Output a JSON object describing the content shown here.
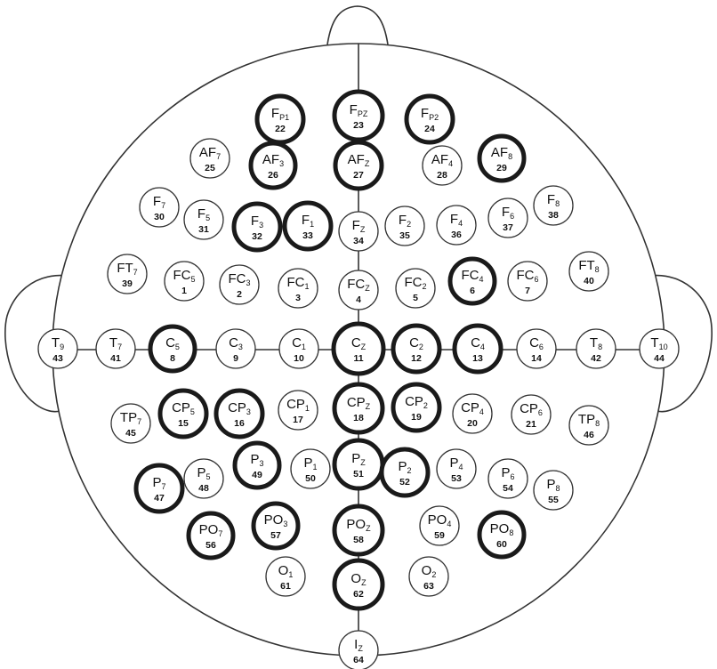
{
  "colors": {
    "outline": "#333333",
    "highlight": "#1a1a1a",
    "text": "#111111",
    "background": "#ffffff"
  },
  "electrodes": [
    {
      "base": "F",
      "sub": "P1",
      "num": "22",
      "highlighted": true
    },
    {
      "base": "F",
      "sub": "PZ",
      "num": "23",
      "highlighted": true
    },
    {
      "base": "F",
      "sub": "P2",
      "num": "24",
      "highlighted": true
    },
    {
      "base": "AF",
      "sub": "7",
      "num": "25",
      "highlighted": false
    },
    {
      "base": "AF",
      "sub": "3",
      "num": "26",
      "highlighted": true
    },
    {
      "base": "AF",
      "sub": "Z",
      "num": "27",
      "highlighted": true
    },
    {
      "base": "AF",
      "sub": "4",
      "num": "28",
      "highlighted": false
    },
    {
      "base": "AF",
      "sub": "8",
      "num": "29",
      "highlighted": true
    },
    {
      "base": "F",
      "sub": "7",
      "num": "30",
      "highlighted": false
    },
    {
      "base": "F",
      "sub": "5",
      "num": "31",
      "highlighted": false
    },
    {
      "base": "F",
      "sub": "3",
      "num": "32",
      "highlighted": true
    },
    {
      "base": "F",
      "sub": "1",
      "num": "33",
      "highlighted": true
    },
    {
      "base": "F",
      "sub": "Z",
      "num": "34",
      "highlighted": false
    },
    {
      "base": "F",
      "sub": "2",
      "num": "35",
      "highlighted": false
    },
    {
      "base": "F",
      "sub": "4",
      "num": "36",
      "highlighted": false
    },
    {
      "base": "F",
      "sub": "6",
      "num": "37",
      "highlighted": false
    },
    {
      "base": "F",
      "sub": "8",
      "num": "38",
      "highlighted": false
    },
    {
      "base": "FT",
      "sub": "7",
      "num": "39",
      "highlighted": false
    },
    {
      "base": "FC",
      "sub": "5",
      "num": "1",
      "highlighted": false
    },
    {
      "base": "FC",
      "sub": "3",
      "num": "2",
      "highlighted": false
    },
    {
      "base": "FC",
      "sub": "1",
      "num": "3",
      "highlighted": false
    },
    {
      "base": "FC",
      "sub": "Z",
      "num": "4",
      "highlighted": false
    },
    {
      "base": "FC",
      "sub": "2",
      "num": "5",
      "highlighted": false
    },
    {
      "base": "FC",
      "sub": "4",
      "num": "6",
      "highlighted": true
    },
    {
      "base": "FC",
      "sub": "6",
      "num": "7",
      "highlighted": false
    },
    {
      "base": "FT",
      "sub": "8",
      "num": "40",
      "highlighted": false
    },
    {
      "base": "T",
      "sub": "9",
      "num": "43",
      "highlighted": false
    },
    {
      "base": "T",
      "sub": "7",
      "num": "41",
      "highlighted": false
    },
    {
      "base": "C",
      "sub": "5",
      "num": "8",
      "highlighted": true
    },
    {
      "base": "C",
      "sub": "3",
      "num": "9",
      "highlighted": false
    },
    {
      "base": "C",
      "sub": "1",
      "num": "10",
      "highlighted": false
    },
    {
      "base": "C",
      "sub": "Z",
      "num": "11",
      "highlighted": true
    },
    {
      "base": "C",
      "sub": "2",
      "num": "12",
      "highlighted": true
    },
    {
      "base": "C",
      "sub": "4",
      "num": "13",
      "highlighted": true
    },
    {
      "base": "C",
      "sub": "6",
      "num": "14",
      "highlighted": false
    },
    {
      "base": "T",
      "sub": "8",
      "num": "42",
      "highlighted": false
    },
    {
      "base": "T",
      "sub": "10",
      "num": "44",
      "highlighted": false
    },
    {
      "base": "TP",
      "sub": "7",
      "num": "45",
      "highlighted": false
    },
    {
      "base": "CP",
      "sub": "5",
      "num": "15",
      "highlighted": true
    },
    {
      "base": "CP",
      "sub": "3",
      "num": "16",
      "highlighted": true
    },
    {
      "base": "CP",
      "sub": "1",
      "num": "17",
      "highlighted": false
    },
    {
      "base": "CP",
      "sub": "Z",
      "num": "18",
      "highlighted": true
    },
    {
      "base": "CP",
      "sub": "2",
      "num": "19",
      "highlighted": true
    },
    {
      "base": "CP",
      "sub": "4",
      "num": "20",
      "highlighted": false
    },
    {
      "base": "CP",
      "sub": "6",
      "num": "21",
      "highlighted": false
    },
    {
      "base": "TP",
      "sub": "8",
      "num": "46",
      "highlighted": false
    },
    {
      "base": "P",
      "sub": "7",
      "num": "47",
      "highlighted": true
    },
    {
      "base": "P",
      "sub": "5",
      "num": "48",
      "highlighted": false
    },
    {
      "base": "P",
      "sub": "3",
      "num": "49",
      "highlighted": true
    },
    {
      "base": "P",
      "sub": "1",
      "num": "50",
      "highlighted": false
    },
    {
      "base": "P",
      "sub": "Z",
      "num": "51",
      "highlighted": true
    },
    {
      "base": "P",
      "sub": "2",
      "num": "52",
      "highlighted": true
    },
    {
      "base": "P",
      "sub": "4",
      "num": "53",
      "highlighted": false
    },
    {
      "base": "P",
      "sub": "6",
      "num": "54",
      "highlighted": false
    },
    {
      "base": "P",
      "sub": "8",
      "num": "55",
      "highlighted": false
    },
    {
      "base": "PO",
      "sub": "7",
      "num": "56",
      "highlighted": true
    },
    {
      "base": "PO",
      "sub": "3",
      "num": "57",
      "highlighted": true
    },
    {
      "base": "PO",
      "sub": "Z",
      "num": "58",
      "highlighted": true
    },
    {
      "base": "PO",
      "sub": "4",
      "num": "59",
      "highlighted": false
    },
    {
      "base": "PO",
      "sub": "8",
      "num": "60",
      "highlighted": true
    },
    {
      "base": "O",
      "sub": "1",
      "num": "61",
      "highlighted": false
    },
    {
      "base": "O",
      "sub": "Z",
      "num": "62",
      "highlighted": true
    },
    {
      "base": "O",
      "sub": "2",
      "num": "63",
      "highlighted": false
    },
    {
      "base": "I",
      "sub": "Z",
      "num": "64",
      "highlighted": false
    }
  ]
}
